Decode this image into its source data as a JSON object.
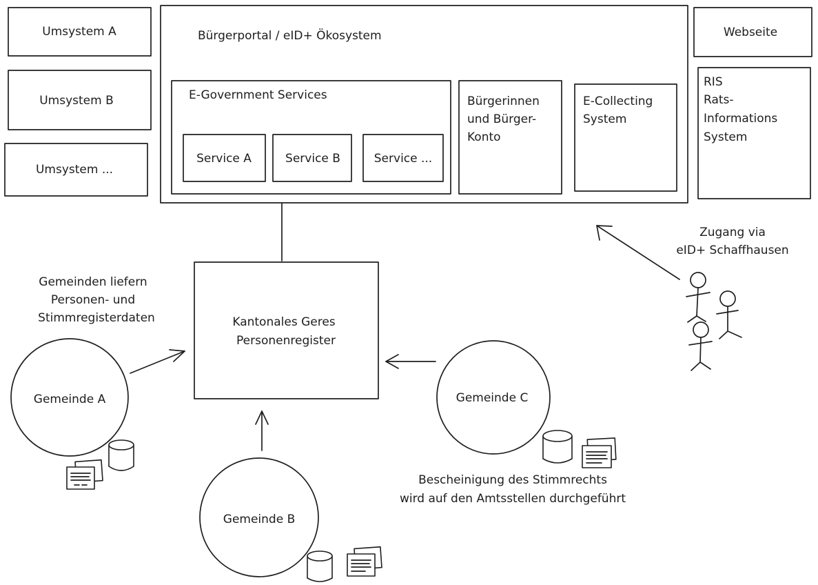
{
  "umsysteme": {
    "a": "Umsystem A",
    "b": "Umsystem B",
    "c": "Umsystem ..."
  },
  "portal": {
    "title": "Bürgerportal / eID+ Ökosystem",
    "egov_title": "E-Government Services",
    "service_a": "Service A",
    "service_b": "Service B",
    "service_c": "Service ...",
    "konto_lines": [
      "Bürgerinnen",
      "und Bürger-",
      "Konto"
    ],
    "ecollecting_lines": [
      "E-Collecting",
      "System"
    ]
  },
  "webseite": "Webseite",
  "ris_lines": [
    "RIS",
    "Rats-",
    "Informations",
    "System"
  ],
  "register_lines": [
    "Kantonales Geres",
    "Personenregister"
  ],
  "gemeinden_note_lines": [
    "Gemeinden liefern",
    "Personen- und",
    "Stimmregisterdaten"
  ],
  "gemeinden": {
    "a": "Gemeinde A",
    "b": "Gemeinde B",
    "c": "Gemeinde C"
  },
  "zugang_lines": [
    "Zugang via",
    "eID+ Schaffhausen"
  ],
  "bescheinigung_lines": [
    "Bescheinigung des Stimmrechts",
    "wird auf den Amtsstellen durchgeführt"
  ]
}
